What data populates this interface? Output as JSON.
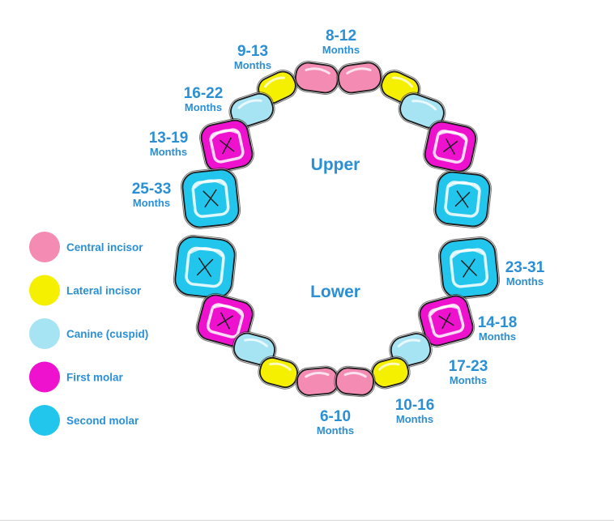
{
  "colors": {
    "central_incisor": "#f48bb3",
    "lateral_incisor": "#f5f000",
    "canine": "#a6e4f3",
    "first_molar": "#ee12cf",
    "second_molar": "#22c6ec",
    "label_text": "#2a8fd4",
    "outline": "#1a1a1a"
  },
  "jaw_labels": {
    "upper": "Upper",
    "lower": "Lower"
  },
  "legend": [
    {
      "key": "central_incisor",
      "label": "Central incisor"
    },
    {
      "key": "lateral_incisor",
      "label": "Lateral incisor"
    },
    {
      "key": "canine",
      "label": "Canine (cuspid)"
    },
    {
      "key": "first_molar",
      "label": "First molar"
    },
    {
      "key": "second_molar",
      "label": "Second molar"
    }
  ],
  "eruption_labels": [
    {
      "id": "upper-central",
      "range": "8-12",
      "unit": "Months"
    },
    {
      "id": "upper-lateral",
      "range": "9-13",
      "unit": "Months"
    },
    {
      "id": "upper-canine",
      "range": "16-22",
      "unit": "Months"
    },
    {
      "id": "upper-first-molar",
      "range": "13-19",
      "unit": "Months"
    },
    {
      "id": "upper-second-molar",
      "range": "25-33",
      "unit": "Months"
    },
    {
      "id": "lower-second-molar",
      "range": "23-31",
      "unit": "Months"
    },
    {
      "id": "lower-first-molar",
      "range": "14-18",
      "unit": "Months"
    },
    {
      "id": "lower-canine",
      "range": "17-23",
      "unit": "Months"
    },
    {
      "id": "lower-lateral",
      "range": "10-16",
      "unit": "Months"
    },
    {
      "id": "lower-central",
      "range": "6-10",
      "unit": "Months"
    }
  ]
}
